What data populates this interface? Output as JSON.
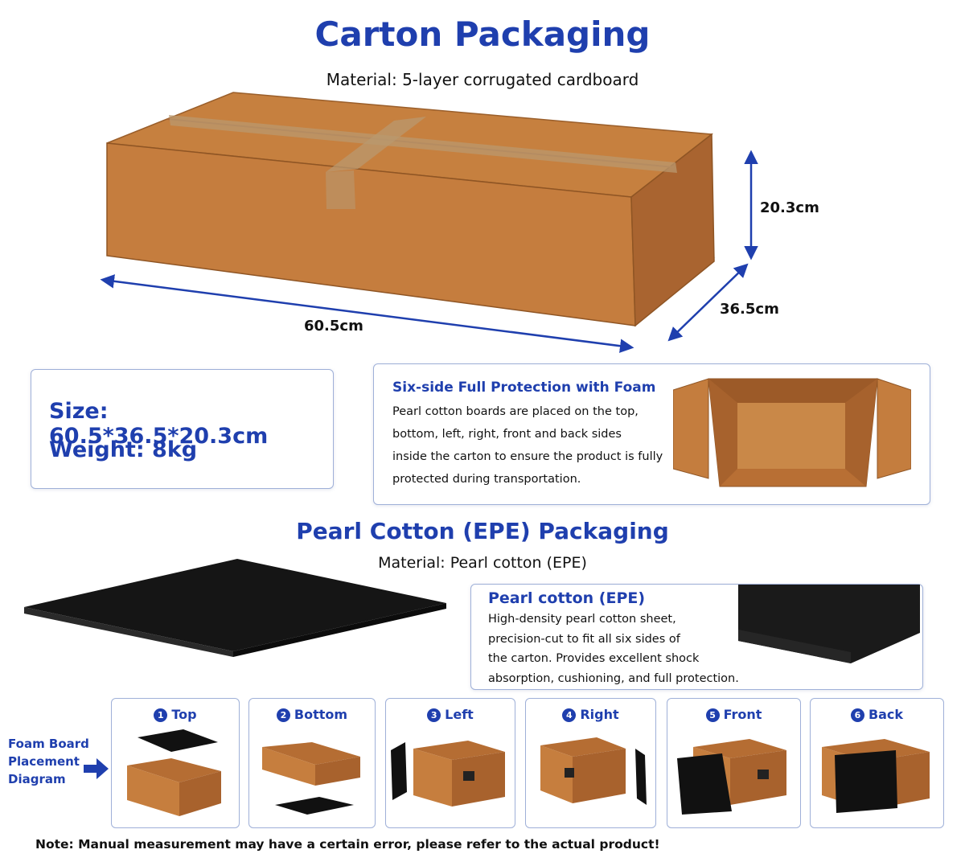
{
  "carton": {
    "title": "Carton Packaging",
    "material": "Material:  5-layer corrugated cardboard",
    "dims": {
      "height": "20.3cm",
      "depth": "36.5cm",
      "length": "60.5cm"
    }
  },
  "specs": {
    "size": "Size:   60.5*36.5*20.3cm",
    "weight": "Weight:  8kg"
  },
  "protection": {
    "title": "Six-side Full Protection with Foam",
    "lines": [
      "Pearl cotton boards are placed on the top,",
      "bottom, left, right, front and back sides",
      "inside the carton to ensure the product is fully",
      "protected during transportation."
    ]
  },
  "epe": {
    "title": "Pearl Cotton (EPE) Packaging",
    "material": "Material:  Pearl cotton (EPE)",
    "card_title": "Pearl cotton (EPE)",
    "lines": [
      "High-density pearl cotton sheet,",
      "precision-cut to fit all six sides of",
      "the carton. Provides excellent shock",
      "absorption, cushioning, and full protection."
    ]
  },
  "foam_label": [
    "Foam Board",
    "Placement",
    "Diagram"
  ],
  "steps": [
    {
      "num": "1",
      "label": "Top"
    },
    {
      "num": "2",
      "label": "Bottom"
    },
    {
      "num": "3",
      "label": "Left"
    },
    {
      "num": "4",
      "label": "Right"
    },
    {
      "num": "5",
      "label": "Front"
    },
    {
      "num": "6",
      "label": "Back"
    }
  ],
  "note": "Note: Manual measurement may have a certain error, please refer to the actual product!",
  "colors": {
    "accent": "#1f3fae",
    "cardboard": "#c9803f",
    "foam": "#141414"
  }
}
